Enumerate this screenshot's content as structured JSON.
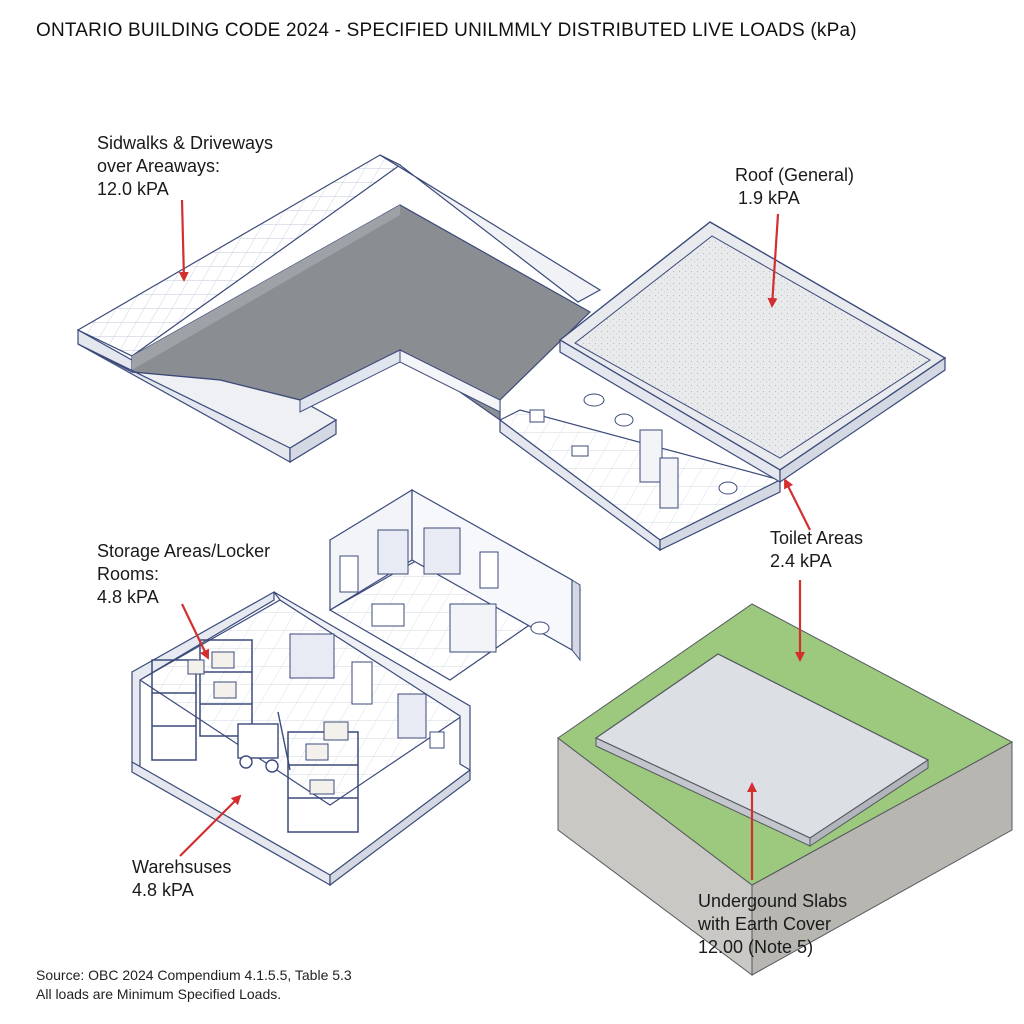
{
  "title": "ONTARIO BUILDING CODE 2024 - SPECIFIED UNILMMLY DISTRIBUTED LIVE LOADS (kPa)",
  "labels": {
    "sidewalks": {
      "line1": "Sidwalks & Driveways",
      "line2": "over Areaways:",
      "value": "12.0 kPA"
    },
    "roof": {
      "line1": "Roof (General)",
      "value": "1.9 kPA"
    },
    "toilet": {
      "line1": "Toilet Areas",
      "value": "2.4 kPA"
    },
    "storage": {
      "line1": "Storage Areas/Locker",
      "line2": "Rooms:",
      "value": "4.8 kPA"
    },
    "warehouse": {
      "line1": "Warehsuses",
      "value": "4.8 kPA"
    },
    "underground": {
      "line1": "Undergound Slabs",
      "line2": "with Earth Cover",
      "value": "12.00 (Note 5)"
    }
  },
  "source": {
    "line1": "Source: OBC 2024 Compendium 4.1.5.5, Table 5.3",
    "line2": "All loads are Minimum Specified Loads."
  },
  "colors": {
    "outline": "#3b4a7a",
    "arrow": "#d32f2f",
    "grass": "#9cc97e",
    "slab": "#d9dde2",
    "paving": "#8a8d92"
  }
}
